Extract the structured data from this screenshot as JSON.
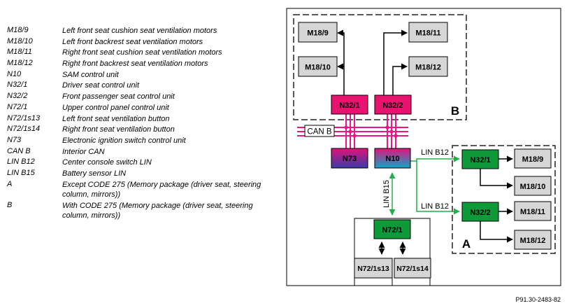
{
  "legend": [
    {
      "code": "M18/9",
      "desc": "Left front seat cushion seat ventilation motors"
    },
    {
      "code": "M18/10",
      "desc": "Left front backrest seat ventilation motors"
    },
    {
      "code": "M18/11",
      "desc": "Right front seat cushion seat ventilation motors"
    },
    {
      "code": "M18/12",
      "desc": "Right front backrest seat ventilation motors"
    },
    {
      "code": "N10",
      "desc": "SAM control unit"
    },
    {
      "code": "N32/1",
      "desc": "Driver seat control unit"
    },
    {
      "code": "N32/2",
      "desc": "Front passenger seat control unit"
    },
    {
      "code": "N72/1",
      "desc": "Upper control panel control unit"
    },
    {
      "code": "N72/1s13",
      "desc": "Left front seat ventilation button"
    },
    {
      "code": "N72/1s14",
      "desc": "Right front seat ventilation button"
    },
    {
      "code": "N73",
      "desc": "Electronic ignition switch control unit"
    },
    {
      "code": "CAN B",
      "desc": "Interior CAN"
    },
    {
      "code": "LIN B12",
      "desc": "Center console switch LIN"
    },
    {
      "code": "LIN B15",
      "desc": "Battery sensor LIN"
    },
    {
      "code": "A",
      "desc": "Except CODE 275 (Memory package (driver seat, steering column, mirrors))"
    },
    {
      "code": "B",
      "desc": "With CODE 275 (Memory package (driver seat, steering column, mirrors))"
    }
  ],
  "diagram": {
    "group_b": {
      "label": "B",
      "motors": [
        "M18/9",
        "M18/10",
        "M18/11",
        "M18/12"
      ],
      "units": [
        "N32/1",
        "N32/2"
      ]
    },
    "can_label": "CAN B",
    "hub_units": [
      "N73",
      "N10"
    ],
    "group_a": {
      "label": "A",
      "units": [
        "N32/1",
        "N32/2"
      ],
      "motors": [
        "M18/9",
        "M18/10",
        "M18/11",
        "M18/12"
      ]
    },
    "lin_b12_label": "LIN B12",
    "lin_b15_label": "LIN B15",
    "panel": {
      "unit": "N72/1",
      "buttons": [
        "N72/1s13",
        "N72/1s14"
      ]
    }
  },
  "figure_ref": "P91.30-2483-82",
  "colors": {
    "magenta": "#e8126f",
    "green": "#0f9a3a",
    "can_bus": "#f0138a",
    "lin_line": "#22b04a",
    "motor_fill": "#d6d6d6",
    "n10_gradient": [
      "#e0137a",
      "#0fa6c8"
    ],
    "n73_gradient": [
      "#e0137a",
      "#3a3aa8"
    ]
  }
}
